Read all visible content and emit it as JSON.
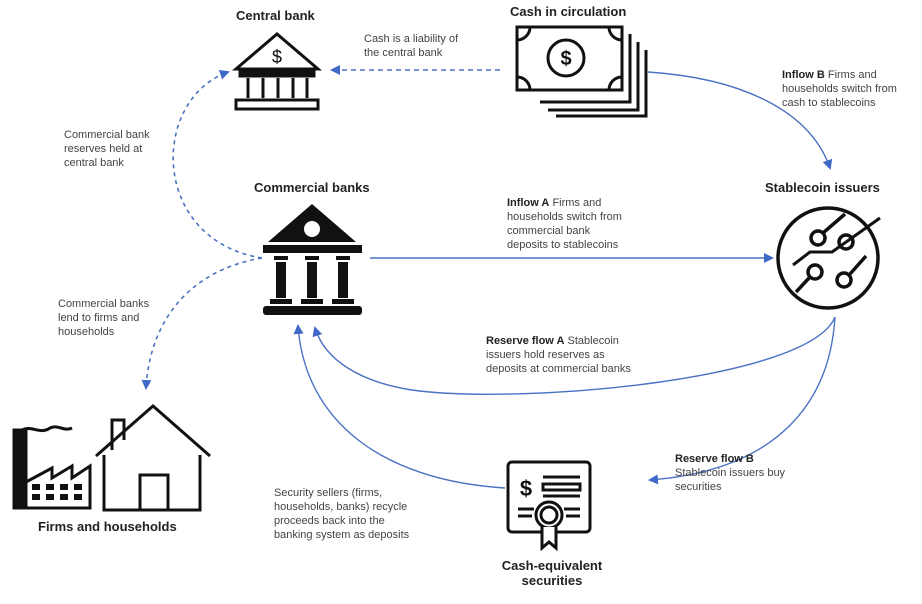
{
  "nodes": {
    "central_bank": {
      "title": "Central bank",
      "icon": "central-bank-icon"
    },
    "cash": {
      "title": "Cash in circulation",
      "icon": "banknotes-icon"
    },
    "commercial_banks": {
      "title": "Commercial banks",
      "icon": "bank-building-icon"
    },
    "stablecoin_issuers": {
      "title": "Stablecoin issuers",
      "icon": "circuit-coin-icon"
    },
    "firms_households": {
      "title": "Firms and households",
      "icon": "factory-house-icon"
    },
    "securities": {
      "title_line1": "Cash-equivalent",
      "title_line2": "securities",
      "icon": "certificate-icon"
    }
  },
  "notes": {
    "cash_liability": {
      "lines": [
        "Cash is a liability of",
        "the central bank"
      ]
    },
    "reserves_held": {
      "lines": [
        "Commercial bank",
        "reserves held at",
        "central bank"
      ]
    },
    "lend": {
      "lines": [
        "Commercial banks",
        "lend to firms and",
        "households"
      ]
    },
    "inflow_b": {
      "bold": "Inflow B",
      "lines": [
        "Firms and",
        "households switch from",
        "cash to stablecoins"
      ]
    },
    "inflow_a": {
      "bold": "Inflow A",
      "lines": [
        "Firms and",
        "households switch from",
        "commercial bank",
        "deposits to stablecoins"
      ]
    },
    "reserve_a": {
      "bold": "Reserve flow A",
      "lines": [
        "Stablecoin",
        "issuers hold reserves as",
        "deposits at commercial banks"
      ]
    },
    "reserve_b": {
      "bold": "Reserve flow B",
      "lines": [
        "Stablecoin issuers buy",
        "securities"
      ]
    },
    "recycle": {
      "lines": [
        "Security sellers (firms,",
        "households, banks) recycle",
        "proceeds back into the",
        "banking system as deposits"
      ]
    }
  },
  "colors": {
    "arrow": "#4a72c4",
    "arrow_head": "#3f68c8",
    "icon": "#111111",
    "text": "#444444"
  }
}
